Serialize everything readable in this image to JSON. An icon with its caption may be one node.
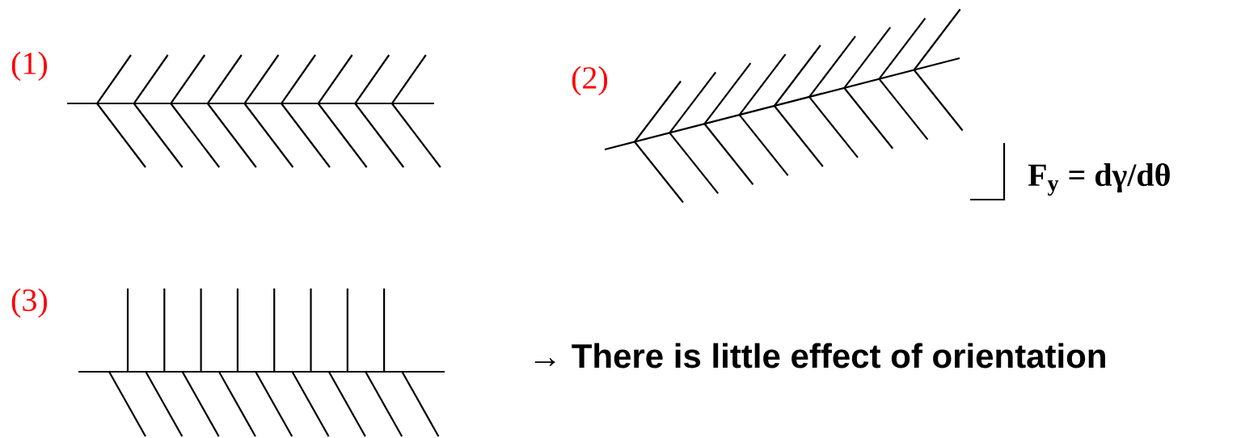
{
  "diagram": {
    "labels": [
      "(1)",
      "(2)",
      "F$_{y}$ = dγ/dθ",
      "(3)",
      "→ There is little effect of orientation"
    ]
  }
}
